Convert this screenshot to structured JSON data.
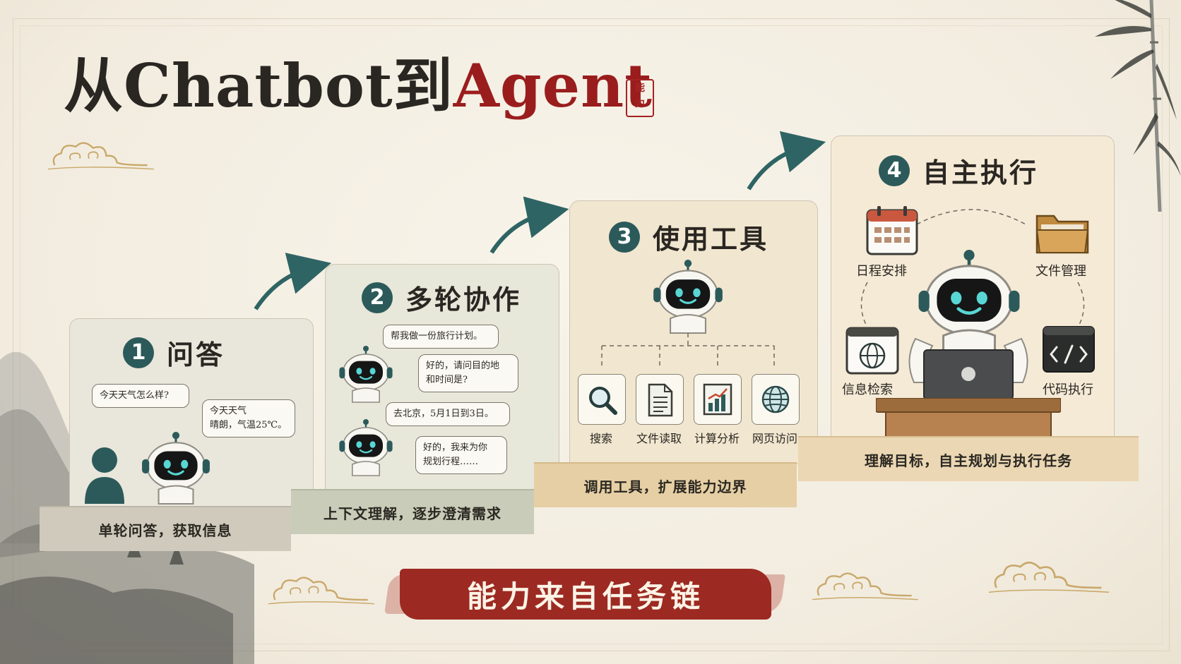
{
  "title": {
    "part1": "从Chatbot到",
    "part2": "Agent",
    "seal_glyphs": [
      "能",
      "力"
    ]
  },
  "colors": {
    "accent_red": "#9a1d1d",
    "teal": "#2c5a5a",
    "banner": "#9c2a22"
  },
  "stages": [
    {
      "number": "1",
      "title": "问答",
      "caption": "单轮问答，获取信息",
      "bubbles": [
        "今天天气怎么样?",
        "今天天气\n晴朗，气温25℃。"
      ]
    },
    {
      "number": "2",
      "title": "多轮协作",
      "caption": "上下文理解，逐步澄清需求",
      "bubbles": [
        "帮我做一份旅行计划。",
        "好的，请问目的地\n和时间是?",
        "去北京，5月1日到3日。",
        "好的，我来为你\n规划行程……"
      ]
    },
    {
      "number": "3",
      "title": "使用工具",
      "caption": "调用工具，扩展能力边界",
      "tools": [
        {
          "label": "搜索",
          "icon": "magnifier-icon"
        },
        {
          "label": "文件读取",
          "icon": "document-icon"
        },
        {
          "label": "计算分析",
          "icon": "bar-chart-icon"
        },
        {
          "label": "网页访问",
          "icon": "globe-icon"
        }
      ]
    },
    {
      "number": "4",
      "title": "自主执行",
      "caption": "理解目标，自主规划与执行任务",
      "tools": [
        {
          "label": "日程安排",
          "icon": "calendar-icon"
        },
        {
          "label": "文件管理",
          "icon": "folder-icon"
        },
        {
          "label": "信息检索",
          "icon": "browser-globe-icon"
        },
        {
          "label": "代码执行",
          "icon": "code-terminal-icon"
        }
      ]
    }
  ],
  "banner": "能力来自任务链"
}
